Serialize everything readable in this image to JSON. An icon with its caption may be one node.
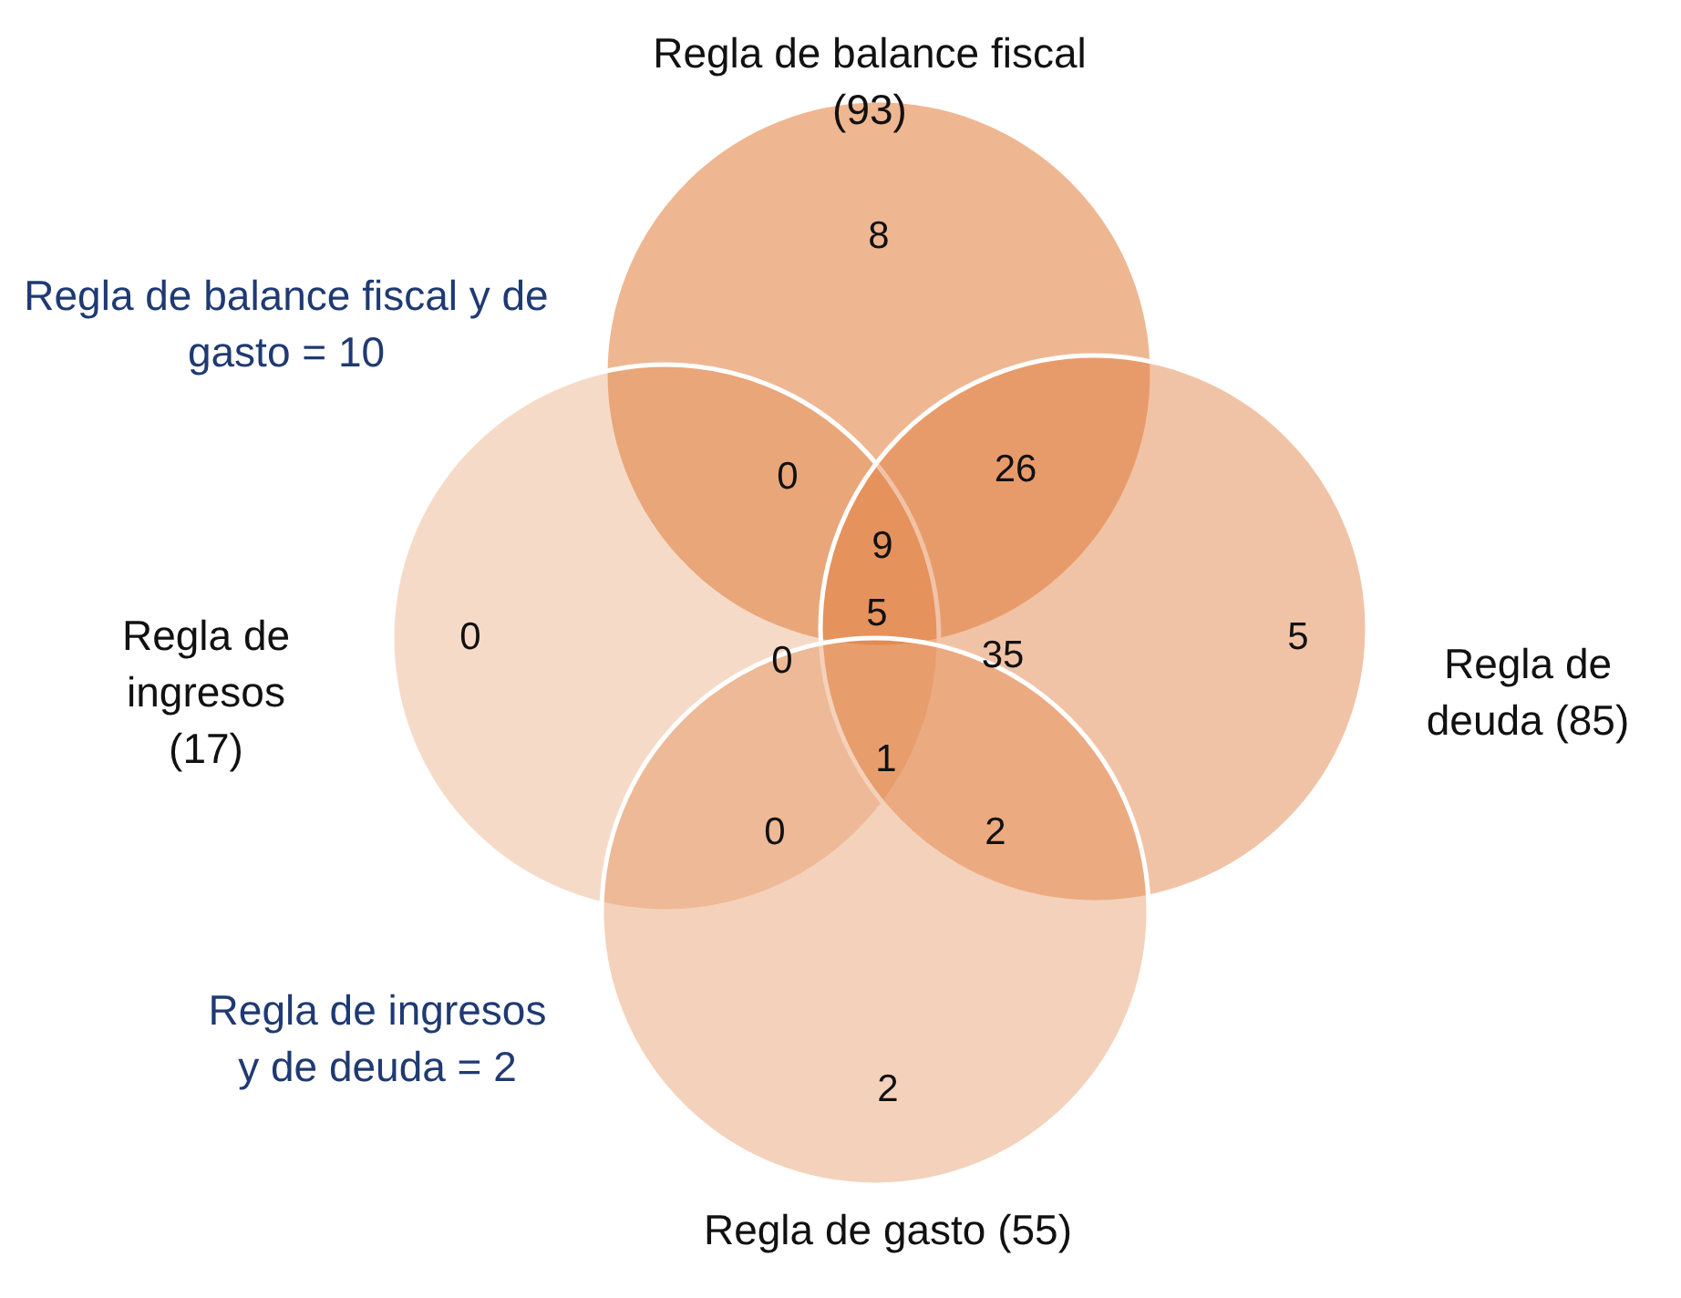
{
  "diagram": {
    "nodes": [
      {
        "text": [],
        "shape": "circle",
        "beside": [
          "Regla de balance fiscal (93)"
        ]
      },
      {
        "text": [],
        "shape": "circle",
        "beside": [
          "Regla de ingresos (17)"
        ]
      },
      {
        "text": [],
        "shape": "circle",
        "beside": [
          "Regla de deuda (85)"
        ]
      },
      {
        "text": [],
        "shape": "circle",
        "beside": [
          "Regla de gasto (55)"
        ]
      }
    ],
    "labels": [
      "8",
      "Regla de balance fiscal y de gasto = 10",
      "0",
      "26",
      "9",
      "5",
      "0",
      "5",
      "0",
      "35",
      "1",
      "0",
      "2",
      "Regla de ingresos y de deuda = 2",
      "2"
    ]
  }
}
